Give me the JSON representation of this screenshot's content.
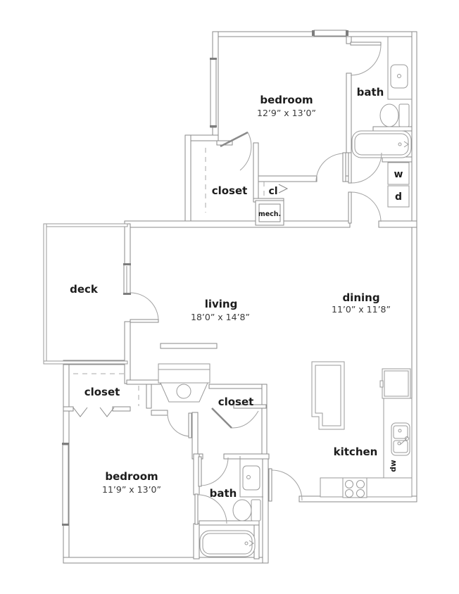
{
  "floorplan": {
    "type": "apartment-floor-plan",
    "colors": {
      "background": "#ffffff",
      "wall": "#8a8a8a",
      "fixture": "#9a9a9a",
      "text": "#1c1c1c"
    },
    "rooms": {
      "bedroom_top": {
        "label": "bedroom",
        "dims": "12’9” x 13’0”"
      },
      "bath_top": {
        "label": "bath"
      },
      "closet_top": {
        "label": "closet"
      },
      "cl": {
        "label": "cl"
      },
      "mech": {
        "label": "mech."
      },
      "washer": {
        "label": "w"
      },
      "dryer": {
        "label": "d"
      },
      "deck": {
        "label": "deck"
      },
      "living": {
        "label": "living",
        "dims": "18’0” x 14’8”"
      },
      "dining": {
        "label": "dining",
        "dims": "11’0” x 11’8”"
      },
      "closet_lower_left": {
        "label": "closet"
      },
      "closet_lower_right": {
        "label": "closet"
      },
      "bedroom_bottom": {
        "label": "bedroom",
        "dims": "11’9” x 13’0”"
      },
      "bath_bottom": {
        "label": "bath"
      },
      "kitchen": {
        "label": "kitchen"
      },
      "dishwasher": {
        "label": "dw"
      }
    }
  }
}
